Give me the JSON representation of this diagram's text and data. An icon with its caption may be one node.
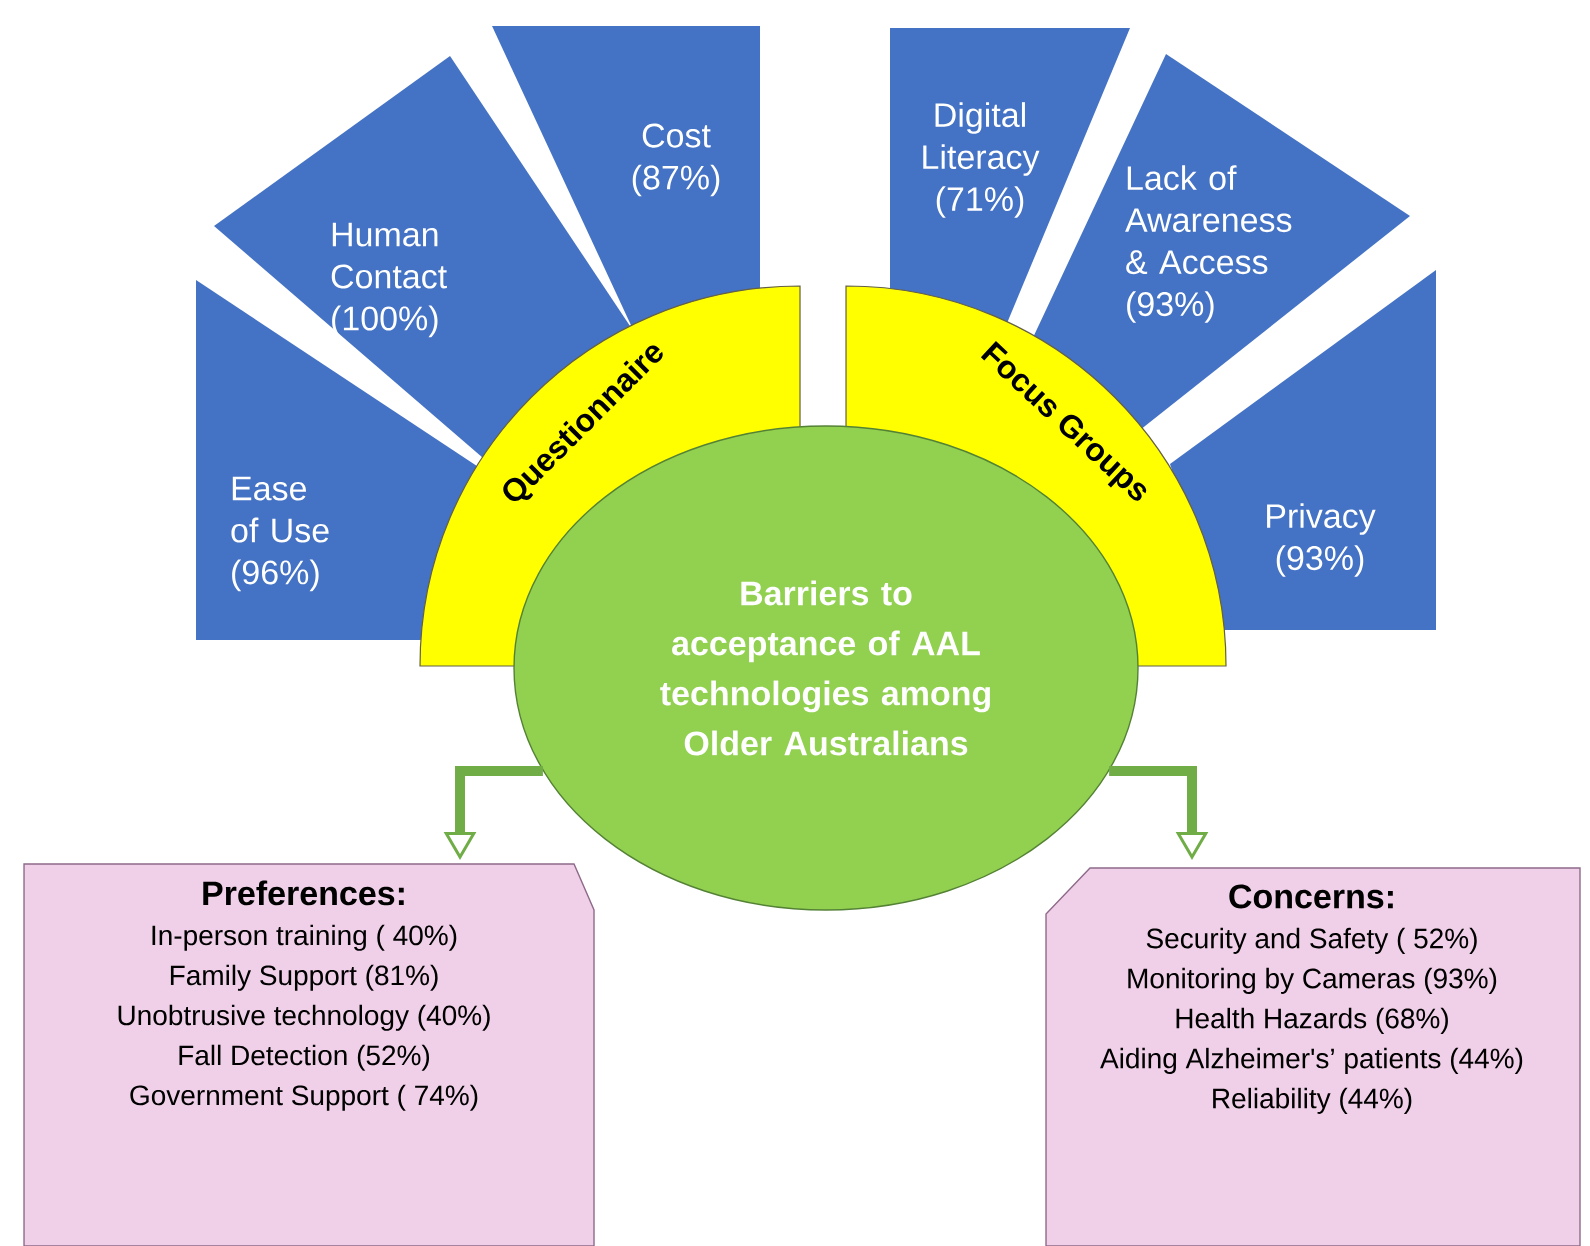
{
  "diagram": {
    "nodes": [
      {
        "text": [
          "Ease of Use (96%)"
        ]
      },
      {
        "text": [
          "Human Contact (100%)"
        ]
      },
      {
        "text": [
          "Cost (87%)"
        ]
      },
      {
        "text": [
          "Digital Literacy (71%)"
        ]
      },
      {
        "text": [
          "Lack of Awareness & Access (93%)"
        ]
      },
      {
        "text": [
          "Privacy (93%)"
        ]
      },
      {
        "text": [
          "Questionnaire"
        ]
      },
      {
        "text": [
          "Focus Groups"
        ]
      },
      {
        "text": [
          "Barriers to acceptance of AAL technologies among Older Australians"
        ]
      },
      {
        "text": [
          "Preferences:",
          "In-person training ( 40%)",
          "Family Support (81%)",
          "Unobtrusive technology (40%)",
          "Fall Detection (52%)",
          "Government Support ( 74%)"
        ]
      },
      {
        "text": [
          "Concerns:",
          "Security and Safety ( 52%)",
          "Monitoring by Cameras (93%)",
          "Health Hazards (68%)",
          "Aiding Alzheimer's’ patients (44%)",
          "Reliability (44%)"
        ]
      }
    ],
    "edges": [
      {
        "from": 8,
        "to": 9,
        "arrow": "to"
      },
      {
        "from": 8,
        "to": 10,
        "arrow": "to"
      }
    ]
  }
}
